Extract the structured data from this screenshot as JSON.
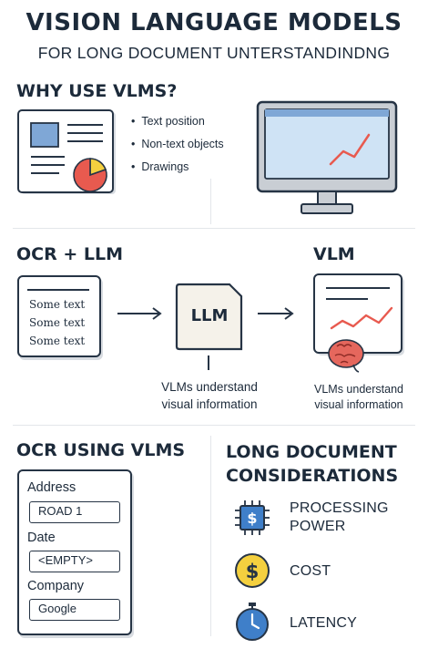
{
  "header": {
    "title": "VISION LANGUAGE MODELS",
    "subtitle": "FOR LONG DOCUMENT UNTERSTANDINDNG"
  },
  "why": {
    "heading": "WHY USE VLMS?",
    "bullets": [
      "Text position",
      "Non-text objects",
      "Drawings"
    ]
  },
  "compare": {
    "ocr_llm_heading": "OCR + LLM",
    "vlm_heading": "VLM",
    "doc_lines": [
      "Some text",
      "Some text",
      "Some text"
    ],
    "llm_label": "LLM",
    "caption_left": [
      "VLMs understand",
      "visual information"
    ],
    "caption_right": [
      "VLMs understand",
      "visual information"
    ]
  },
  "ocr_vlms": {
    "heading": "OCR USING VLMS",
    "fields": [
      {
        "label": "Address",
        "value": "ROAD 1"
      },
      {
        "label": "Date",
        "value": "<EMPTY>"
      },
      {
        "label": "Company",
        "value": "Google"
      }
    ]
  },
  "considerations": {
    "heading_line1": "LONG DOCUMENT",
    "heading_line2": "CONSIDERATIONS",
    "items": [
      {
        "label_line1": "PROCESSING",
        "label_line2": "POWER",
        "icon": "cpu-dollar-icon"
      },
      {
        "label_line1": "COST",
        "icon": "dollar-coin-icon"
      },
      {
        "label_line1": "LATENCY",
        "icon": "stopwatch-icon"
      }
    ]
  },
  "colors": {
    "navy": "#1c2a3a",
    "accent_red": "#e85a4f",
    "doc_blue": "#7fa7d6",
    "coin_yellow": "#f4d03f",
    "clock_blue": "#3f7fc9",
    "brain_red": "#e5675d"
  }
}
